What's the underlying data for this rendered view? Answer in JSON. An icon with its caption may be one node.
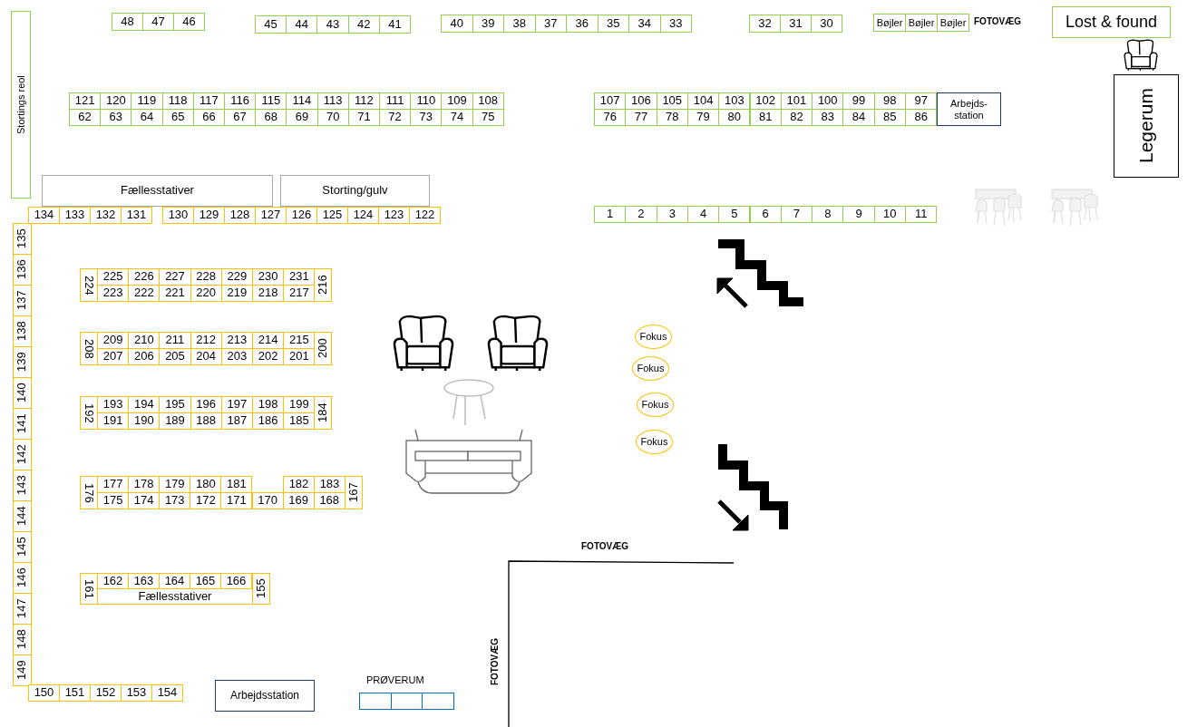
{
  "diagram": {
    "nodes": [
      {
        "text": [
          "Stortings reol"
        ]
      },
      {
        "text": [
          "48"
        ]
      },
      {
        "text": [
          "47"
        ]
      },
      {
        "text": [
          "46"
        ]
      },
      {
        "text": [
          "45"
        ]
      },
      {
        "text": [
          "44"
        ]
      },
      {
        "text": [
          "43"
        ]
      },
      {
        "text": [
          "42"
        ]
      },
      {
        "text": [
          "41"
        ]
      },
      {
        "text": [
          "40"
        ]
      },
      {
        "text": [
          "39"
        ]
      },
      {
        "text": [
          "38"
        ]
      },
      {
        "text": [
          "37"
        ]
      },
      {
        "text": [
          "36"
        ]
      },
      {
        "text": [
          "35"
        ]
      },
      {
        "text": [
          "34"
        ]
      },
      {
        "text": [
          "33"
        ]
      },
      {
        "text": [
          "32"
        ]
      },
      {
        "text": [
          "31"
        ]
      },
      {
        "text": [
          "30"
        ]
      },
      {
        "text": [
          "Bøjler"
        ]
      },
      {
        "text": [
          "Bøjler"
        ]
      },
      {
        "text": [
          "Bøjler"
        ]
      },
      {
        "text": [
          "Lost & found"
        ]
      },
      {
        "text": [
          "Legerum"
        ]
      },
      {
        "text": [
          "121"
        ]
      },
      {
        "text": [
          "120"
        ]
      },
      {
        "text": [
          "119"
        ]
      },
      {
        "text": [
          "118"
        ]
      },
      {
        "text": [
          "117"
        ]
      },
      {
        "text": [
          "116"
        ]
      },
      {
        "text": [
          "115"
        ]
      },
      {
        "text": [
          "114"
        ]
      },
      {
        "text": [
          "113"
        ]
      },
      {
        "text": [
          "112"
        ]
      },
      {
        "text": [
          "111"
        ]
      },
      {
        "text": [
          "110"
        ]
      },
      {
        "text": [
          "109"
        ]
      },
      {
        "text": [
          "108"
        ]
      },
      {
        "text": [
          "107"
        ]
      },
      {
        "text": [
          "106"
        ]
      },
      {
        "text": [
          "105"
        ]
      },
      {
        "text": [
          "104"
        ]
      },
      {
        "text": [
          "103"
        ]
      },
      {
        "text": [
          "102"
        ]
      },
      {
        "text": [
          "101"
        ]
      },
      {
        "text": [
          "100"
        ]
      },
      {
        "text": [
          "99"
        ]
      },
      {
        "text": [
          "98"
        ]
      },
      {
        "text": [
          "97"
        ]
      },
      {
        "text": [
          "Arbejds- station"
        ]
      },
      {
        "text": [
          "62"
        ]
      },
      {
        "text": [
          "63"
        ]
      },
      {
        "text": [
          "64"
        ]
      },
      {
        "text": [
          "65"
        ]
      },
      {
        "text": [
          "66"
        ]
      },
      {
        "text": [
          "67"
        ]
      },
      {
        "text": [
          "68"
        ]
      },
      {
        "text": [
          "69"
        ]
      },
      {
        "text": [
          "70"
        ]
      },
      {
        "text": [
          "71"
        ]
      },
      {
        "text": [
          "72"
        ]
      },
      {
        "text": [
          "73"
        ]
      },
      {
        "text": [
          "74"
        ]
      },
      {
        "text": [
          "75"
        ]
      },
      {
        "text": [
          "76"
        ]
      },
      {
        "text": [
          "77"
        ]
      },
      {
        "text": [
          "78"
        ]
      },
      {
        "text": [
          "79"
        ]
      },
      {
        "text": [
          "80"
        ]
      },
      {
        "text": [
          "81"
        ]
      },
      {
        "text": [
          "82"
        ]
      },
      {
        "text": [
          "83"
        ]
      },
      {
        "text": [
          "84"
        ]
      },
      {
        "text": [
          "85"
        ]
      },
      {
        "text": [
          "86"
        ]
      },
      {
        "text": [
          "Fællesstativer"
        ]
      },
      {
        "text": [
          "Storting/gulv"
        ]
      },
      {
        "text": [
          "134"
        ]
      },
      {
        "text": [
          "133"
        ]
      },
      {
        "text": [
          "132"
        ]
      },
      {
        "text": [
          "131"
        ]
      },
      {
        "text": [
          "130"
        ]
      },
      {
        "text": [
          "129"
        ]
      },
      {
        "text": [
          "128"
        ]
      },
      {
        "text": [
          "127"
        ]
      },
      {
        "text": [
          "126"
        ]
      },
      {
        "text": [
          "125"
        ]
      },
      {
        "text": [
          "124"
        ]
      },
      {
        "text": [
          "123"
        ]
      },
      {
        "text": [
          "122"
        ]
      },
      {
        "text": [
          "1"
        ]
      },
      {
        "text": [
          "2"
        ]
      },
      {
        "text": [
          "3"
        ]
      },
      {
        "text": [
          "4"
        ]
      },
      {
        "text": [
          "5"
        ]
      },
      {
        "text": [
          "6"
        ]
      },
      {
        "text": [
          "7"
        ]
      },
      {
        "text": [
          "8"
        ]
      },
      {
        "text": [
          "9"
        ]
      },
      {
        "text": [
          "10"
        ]
      },
      {
        "text": [
          "11"
        ]
      },
      {
        "text": [
          "135"
        ]
      },
      {
        "text": [
          "136"
        ]
      },
      {
        "text": [
          "137"
        ]
      },
      {
        "text": [
          "138"
        ]
      },
      {
        "text": [
          "139"
        ]
      },
      {
        "text": [
          "140"
        ]
      },
      {
        "text": [
          "141"
        ]
      },
      {
        "text": [
          "142"
        ]
      },
      {
        "text": [
          "143"
        ]
      },
      {
        "text": [
          "144"
        ]
      },
      {
        "text": [
          "145"
        ]
      },
      {
        "text": [
          "146"
        ]
      },
      {
        "text": [
          "147"
        ]
      },
      {
        "text": [
          "148"
        ]
      },
      {
        "text": [
          "149"
        ]
      },
      {
        "text": [
          "224"
        ]
      },
      {
        "text": [
          "225"
        ]
      },
      {
        "text": [
          "226"
        ]
      },
      {
        "text": [
          "227"
        ]
      },
      {
        "text": [
          "228"
        ]
      },
      {
        "text": [
          "229"
        ]
      },
      {
        "text": [
          "230"
        ]
      },
      {
        "text": [
          "231"
        ]
      },
      {
        "text": [
          "216"
        ]
      },
      {
        "text": [
          "223"
        ]
      },
      {
        "text": [
          "222"
        ]
      },
      {
        "text": [
          "221"
        ]
      },
      {
        "text": [
          "220"
        ]
      },
      {
        "text": [
          "219"
        ]
      },
      {
        "text": [
          "218"
        ]
      },
      {
        "text": [
          "217"
        ]
      },
      {
        "text": [
          "208"
        ]
      },
      {
        "text": [
          "209"
        ]
      },
      {
        "text": [
          "210"
        ]
      },
      {
        "text": [
          "211"
        ]
      },
      {
        "text": [
          "212"
        ]
      },
      {
        "text": [
          "213"
        ]
      },
      {
        "text": [
          "214"
        ]
      },
      {
        "text": [
          "215"
        ]
      },
      {
        "text": [
          "200"
        ]
      },
      {
        "text": [
          "207"
        ]
      },
      {
        "text": [
          "206"
        ]
      },
      {
        "text": [
          "205"
        ]
      },
      {
        "text": [
          "204"
        ]
      },
      {
        "text": [
          "203"
        ]
      },
      {
        "text": [
          "202"
        ]
      },
      {
        "text": [
          "201"
        ]
      },
      {
        "text": [
          "192"
        ]
      },
      {
        "text": [
          "193"
        ]
      },
      {
        "text": [
          "194"
        ]
      },
      {
        "text": [
          "195"
        ]
      },
      {
        "text": [
          "196"
        ]
      },
      {
        "text": [
          "197"
        ]
      },
      {
        "text": [
          "198"
        ]
      },
      {
        "text": [
          "199"
        ]
      },
      {
        "text": [
          "184"
        ]
      },
      {
        "text": [
          "191"
        ]
      },
      {
        "text": [
          "190"
        ]
      },
      {
        "text": [
          "189"
        ]
      },
      {
        "text": [
          "188"
        ]
      },
      {
        "text": [
          "187"
        ]
      },
      {
        "text": [
          "186"
        ]
      },
      {
        "text": [
          "185"
        ]
      },
      {
        "text": [
          "176"
        ]
      },
      {
        "text": [
          "177"
        ]
      },
      {
        "text": [
          "178"
        ]
      },
      {
        "text": [
          "179"
        ]
      },
      {
        "text": [
          "180"
        ]
      },
      {
        "text": [
          "181"
        ]
      },
      {
        "text": [
          "182"
        ]
      },
      {
        "text": [
          "183"
        ]
      },
      {
        "text": [
          "167"
        ]
      },
      {
        "text": [
          "175"
        ]
      },
      {
        "text": [
          "174"
        ]
      },
      {
        "text": [
          "173"
        ]
      },
      {
        "text": [
          "172"
        ]
      },
      {
        "text": [
          "171"
        ]
      },
      {
        "text": [
          "170"
        ]
      },
      {
        "text": [
          "169"
        ]
      },
      {
        "text": [
          "168"
        ]
      },
      {
        "text": [
          "Fokus"
        ]
      },
      {
        "text": [
          "Fokus"
        ]
      },
      {
        "text": [
          "Fokus"
        ]
      },
      {
        "text": [
          "Fokus"
        ]
      },
      {
        "text": [
          "161"
        ]
      },
      {
        "text": [
          "162"
        ]
      },
      {
        "text": [
          "163"
        ]
      },
      {
        "text": [
          "164"
        ]
      },
      {
        "text": [
          "165"
        ]
      },
      {
        "text": [
          "166"
        ]
      },
      {
        "text": [
          "155"
        ]
      },
      {
        "text": [
          "Fællesstativer"
        ]
      },
      {
        "text": [
          "150"
        ]
      },
      {
        "text": [
          "151"
        ]
      },
      {
        "text": [
          "152"
        ]
      },
      {
        "text": [
          "153"
        ]
      },
      {
        "text": [
          "154"
        ]
      },
      {
        "text": [
          "Arbejdsstation"
        ]
      },
      {
        "text": [],
        "shape": "box"
      },
      {
        "text": [],
        "shape": "box"
      },
      {
        "text": [],
        "shape": "box"
      }
    ],
    "labels": [
      "FOTOVÆG",
      "FOTOVÆG",
      "FOTOVÆG",
      "PRØVERUM"
    ]
  }
}
